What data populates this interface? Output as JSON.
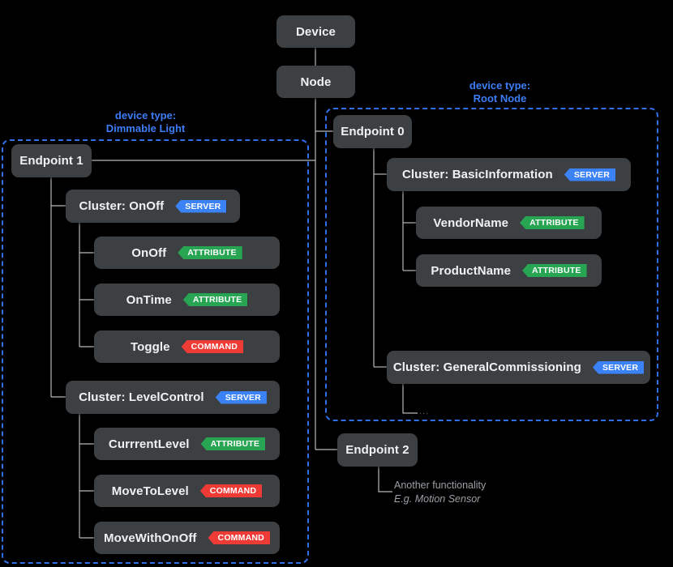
{
  "diagram": {
    "title_nodes": {
      "device": "Device",
      "node": "Node"
    },
    "device_types": [
      {
        "id": "dimmable-light",
        "prefix": "device type:",
        "name": "Dimmable Light"
      },
      {
        "id": "root-node",
        "prefix": "device type:",
        "name": "Root Node"
      }
    ],
    "endpoints": [
      {
        "id": "endpoint-0",
        "label": "Endpoint 0"
      },
      {
        "id": "endpoint-1",
        "label": "Endpoint 1"
      },
      {
        "id": "endpoint-2",
        "label": "Endpoint 2"
      }
    ],
    "clusters": [
      {
        "id": "cluster-onoff",
        "label": "Cluster: OnOff",
        "badge": "SERVER",
        "badge_kind": "server"
      },
      {
        "id": "cluster-levelcontrol",
        "label": "Cluster: LevelControl",
        "badge": "SERVER",
        "badge_kind": "server"
      },
      {
        "id": "cluster-basicinformation",
        "label": "Cluster: BasicInformation",
        "badge": "SERVER",
        "badge_kind": "server"
      },
      {
        "id": "cluster-generalcommissioning",
        "label": "Cluster: GeneralCommissioning",
        "badge": "SERVER",
        "badge_kind": "server"
      }
    ],
    "items": [
      {
        "id": "item-onoff",
        "label": "OnOff",
        "badge": "ATTRIBUTE",
        "badge_kind": "attribute"
      },
      {
        "id": "item-ontime",
        "label": "OnTime",
        "badge": "ATTRIBUTE",
        "badge_kind": "attribute"
      },
      {
        "id": "item-toggle",
        "label": "Toggle",
        "badge": "COMMAND",
        "badge_kind": "command"
      },
      {
        "id": "item-currrentlevel",
        "label": "CurrrentLevel",
        "badge": "ATTRIBUTE",
        "badge_kind": "attribute"
      },
      {
        "id": "item-movetolevel",
        "label": "MoveToLevel",
        "badge": "COMMAND",
        "badge_kind": "command"
      },
      {
        "id": "item-movewithonoff",
        "label": "MoveWithOnOff",
        "badge": "COMMAND",
        "badge_kind": "command"
      },
      {
        "id": "item-vendorname",
        "label": "VendorName",
        "badge": "ATTRIBUTE",
        "badge_kind": "attribute"
      },
      {
        "id": "item-productname",
        "label": "ProductName",
        "badge": "ATTRIBUTE",
        "badge_kind": "attribute"
      }
    ],
    "annotations": {
      "endpoint2_line1": "Another functionality",
      "endpoint2_line2": "E.g. Motion Sensor",
      "more_ellipsis": "..."
    },
    "colors": {
      "background": "#000000",
      "box_fill": "#3c4043",
      "box_text": "#f1f1f1",
      "region_border": "#2f6fe8",
      "device_type_text": "#3d7df6",
      "badge_server": "#3b82f6",
      "badge_attribute": "#27a552",
      "badge_command": "#ef3b36",
      "connector": "#b8b8b8",
      "annotation_text": "#9aa0a6"
    }
  }
}
